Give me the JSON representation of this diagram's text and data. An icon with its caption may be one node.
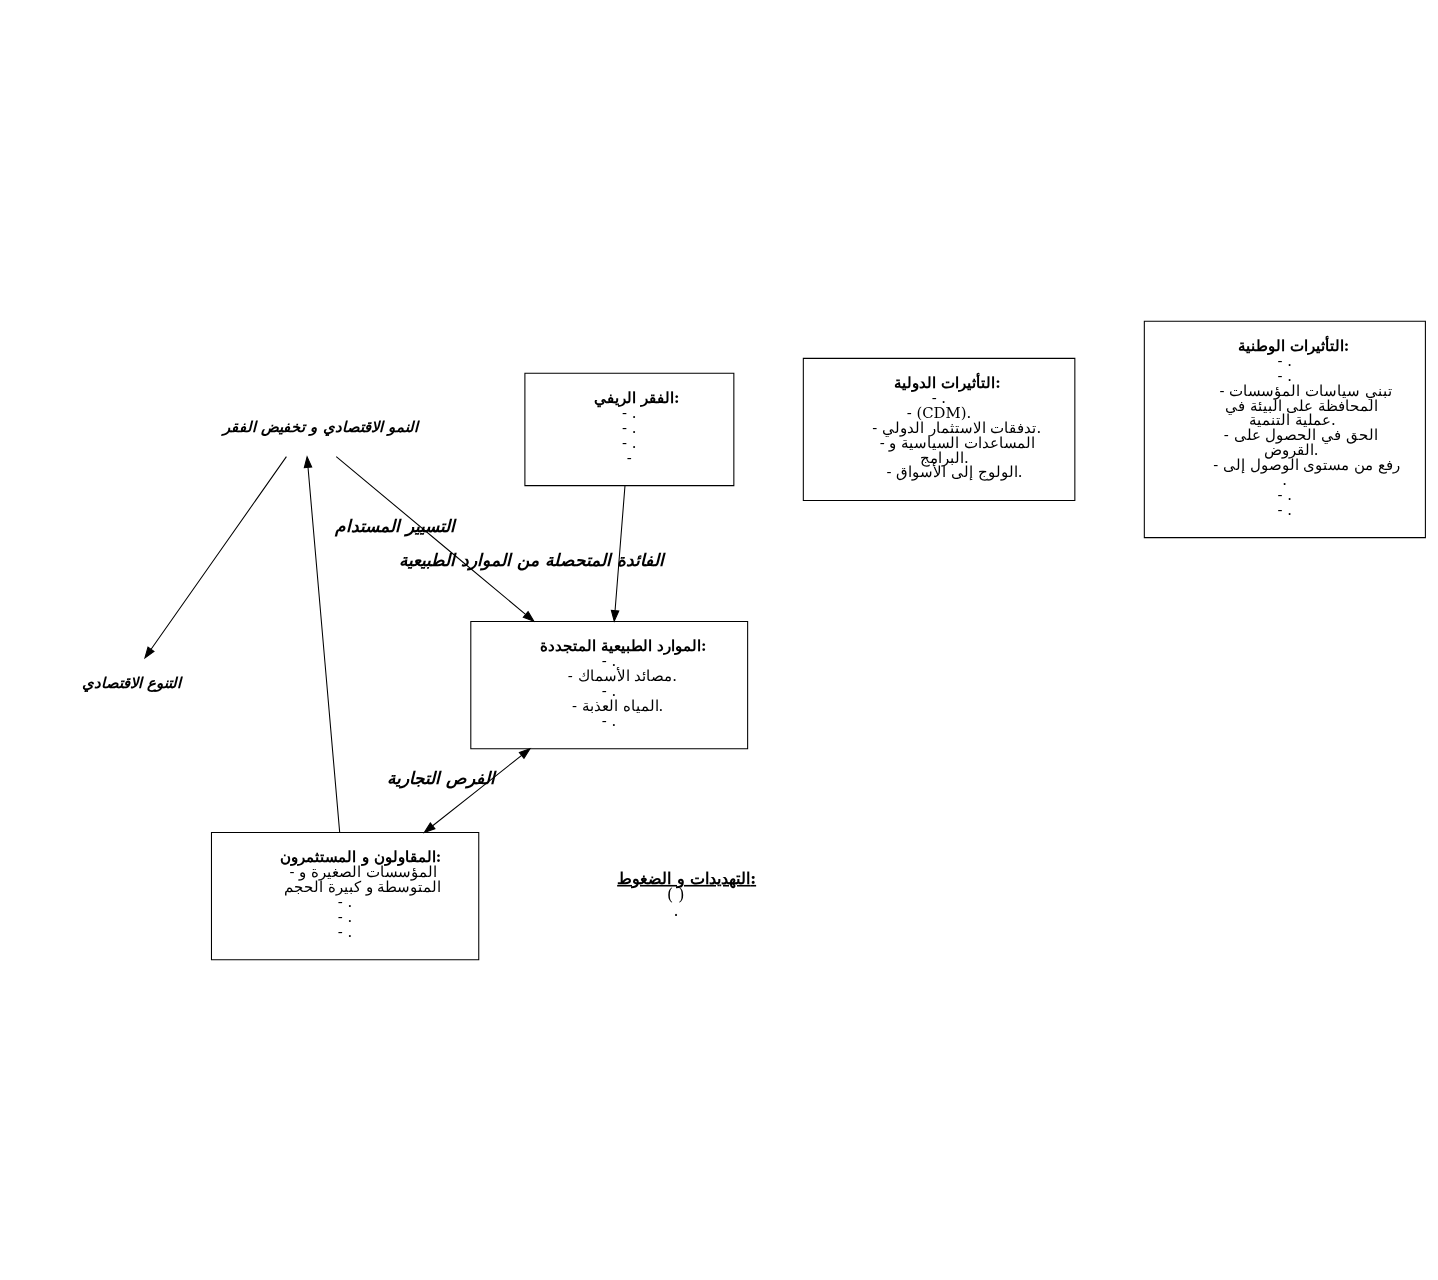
{
  "diagram": {
    "nodes": [
      {
        "text": [
          "التنوع الاقتصادي"
        ]
      },
      {
        "text": [
          "التأثيرات الدولية:",
          "- .",
          "- (CDM).",
          "- تدفقات الاستثمار الدولي.",
          "- المساعدات السياسية و البرامج.",
          "- الولوج إلى الأسواق."
        ]
      },
      {
        "text": [
          "الفقر الريفي:",
          "- .",
          "- .",
          "- .",
          "-"
        ]
      },
      {
        "text": [
          "النمو الاقتصادي و تخفيض الفقر"
        ]
      },
      {
        "text": [
          "المقاولون و المستثمرون:",
          "- المؤسسات الصغيرة و المتوسطة و كبيرة الحجم",
          "- .",
          "- .",
          "- ."
        ]
      },
      {
        "text": [
          "التأثيرات الوطنية:",
          "- .",
          "- .",
          "- تبني سياسات المؤسسات المحافظة على البيئة في عملية التنمية.",
          "- الحق في الحصول على القروض.",
          "- رفع من مستوى الوصول إلى .",
          "- .",
          "- ."
        ]
      },
      {
        "text": [
          "الموارد الطبيعية المتجددة:",
          "- .",
          "- مصائد الأسماك.",
          "- .",
          "- المياه العذبة.",
          "- ."
        ]
      }
    ],
    "edges": [
      {
        "from": 4,
        "to": 3,
        "arrow": "to"
      },
      {
        "from": 3,
        "to": 0,
        "arrow": "to"
      },
      {
        "from": 3,
        "to": 6,
        "arrow": "to",
        "label": "التسيير المستدام"
      },
      {
        "from": 2,
        "to": 6,
        "arrow": "to",
        "label": "الفائدة المتحصلة من الموارد الطبيعية"
      },
      {
        "from": 6,
        "to": 4,
        "arrow": "both",
        "label": "الفرص التجارية"
      }
    ],
    "labels": [
      "التهديدات و الضغوط:",
      "( )",
      "."
    ]
  }
}
